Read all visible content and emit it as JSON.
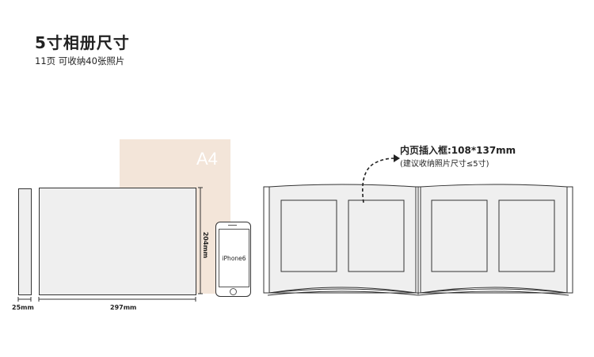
{
  "header": {
    "title": "5寸相册尺寸",
    "subtitle": "11页 可收纳40张照片"
  },
  "dimensions": {
    "spine_width": "25mm",
    "cover_width": "297mm",
    "cover_height": "204mm"
  },
  "reference": {
    "paper_label": "A4",
    "phone_label": "iPhone6"
  },
  "insert": {
    "title": "内页插入框:108*137mm",
    "note": "(建议收纳照片尺寸≤5寸)"
  },
  "colors": {
    "a4": "#f3e5d9",
    "album": "#efefef",
    "stroke": "#333333"
  }
}
